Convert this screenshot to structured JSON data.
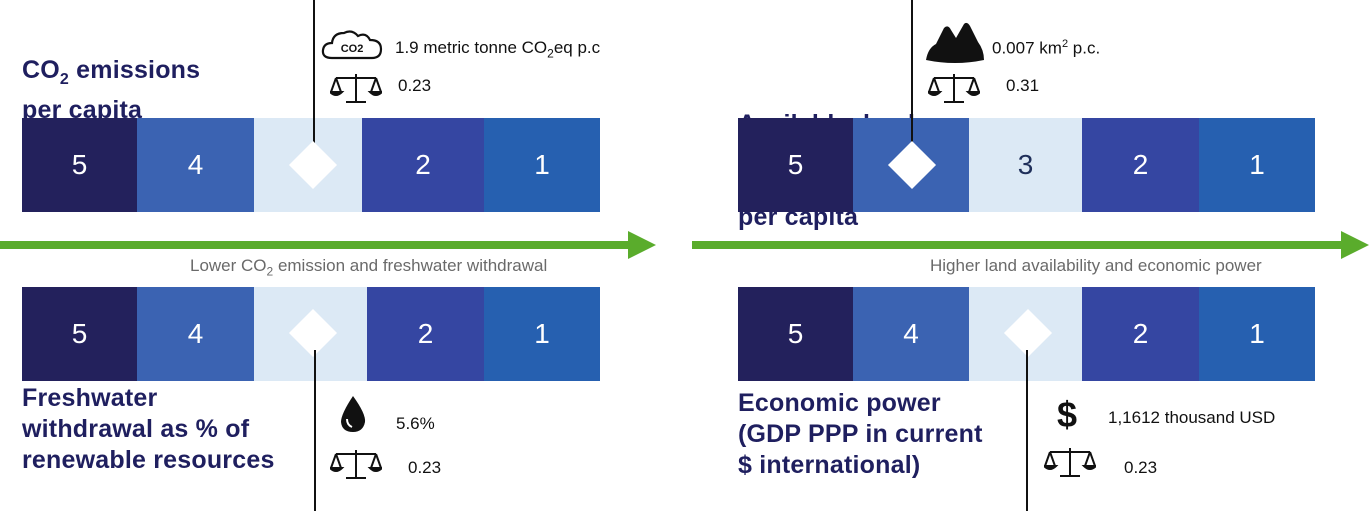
{
  "colors": {
    "rank5": "#23215c",
    "rank4": "#3b63b2",
    "rank3": "#dce9f5",
    "rank2": "#3546a2",
    "rank1": "#2660b0",
    "arrow": "#5aac2c",
    "title": "#1f1f5f"
  },
  "panels": {
    "co2": {
      "title_line1_pre": "CO",
      "title_line1_sub": "2",
      "title_line1_post": " emissions",
      "title_line2": "per capita",
      "value_pre": "1.9 metric tonne CO",
      "value_sub": "2",
      "value_post": "eq p.c",
      "icon_label": "CO2",
      "weight": "0.23",
      "ranks": [
        "5",
        "4",
        "",
        "2",
        "1"
      ]
    },
    "freshwater": {
      "title_line1": "Freshwater",
      "title_line2": "withdrawal as % of",
      "title_line3": "renewable resources",
      "value": "5.6%",
      "weight": "0.23",
      "ranks": [
        "5",
        "4",
        "",
        "2",
        "1"
      ]
    },
    "land": {
      "title_line1": "Available  land",
      "title_line2": "per capita",
      "value_pre": "0.007 km",
      "value_sup": "2",
      "value_post": " p.c.",
      "weight": "0.31",
      "ranks": [
        "5",
        "",
        "3",
        "2",
        "1"
      ]
    },
    "economic": {
      "title_line1": "Economic power",
      "title_line2": "(GDP PPP in current",
      "title_line3": "$ international)",
      "value": "1,1612 thousand USD",
      "icon_symbol": "$",
      "weight": "0.23",
      "ranks": [
        "5",
        "4",
        "",
        "2",
        "1"
      ]
    }
  },
  "arrows": {
    "left_caption_pre": "Lower CO",
    "left_caption_sub": "2",
    "left_caption_post": " emission and freshwater withdrawal",
    "right_caption": "Higher land availability and economic power"
  }
}
